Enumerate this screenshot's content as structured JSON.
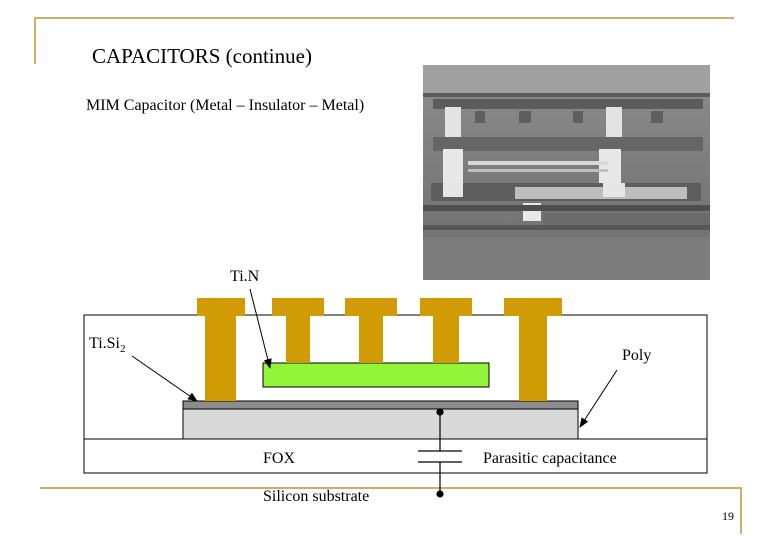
{
  "slide": {
    "title": "CAPACITORS (continue)",
    "subtitle": "MIM Capacitor (Metal – Insulator – Metal)",
    "page_number": "19"
  },
  "micrograph": {
    "description": "SEM cross-section of MIM capacitor",
    "type": "photo"
  },
  "diagram": {
    "labels": {
      "tin": "Ti.N",
      "tisi2_base": "Ti.Si",
      "tisi2_sub": "2",
      "poly": "Poly",
      "fox": "FOX",
      "parasitic": "Parasitic capacitance",
      "substrate": "Silicon substrate"
    },
    "colors": {
      "metal_contacts": "#d19b06",
      "mim_plate": "#92f53a",
      "poly_layer": "#8c8c8c",
      "fox_region": "#d9d9d9",
      "accent_rule": "#c9b265"
    }
  }
}
